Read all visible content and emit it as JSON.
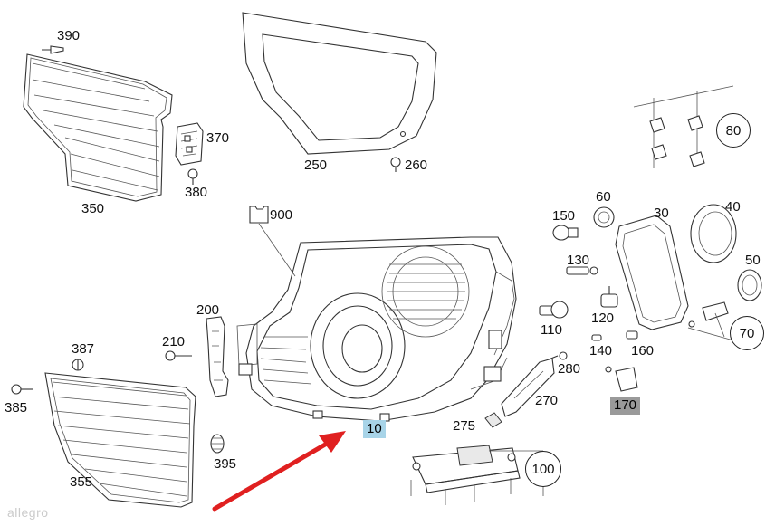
{
  "diagram": {
    "labels": {
      "p390": "390",
      "p370": "370",
      "p380": "380",
      "p350": "350",
      "p250": "250",
      "p260": "260",
      "p900": "900",
      "p150": "150",
      "p60": "60",
      "p30": "30",
      "p40": "40",
      "p50": "50",
      "p130": "130",
      "p120": "120",
      "p110": "110",
      "p140": "140",
      "p160": "160",
      "p200": "200",
      "p210": "210",
      "p387": "387",
      "p385": "385",
      "p280": "280",
      "p270": "270",
      "p275": "275",
      "p395": "395",
      "p355": "355"
    },
    "circled": {
      "p80": "80",
      "p70": "70",
      "p100": "100"
    },
    "highlighted": {
      "p10": {
        "text": "10",
        "bg": "#a8d4e8"
      },
      "p170": {
        "text": "170",
        "bg": "#9a9a9a"
      }
    },
    "arrow_color": "#e02020",
    "watermark": "allegro"
  }
}
